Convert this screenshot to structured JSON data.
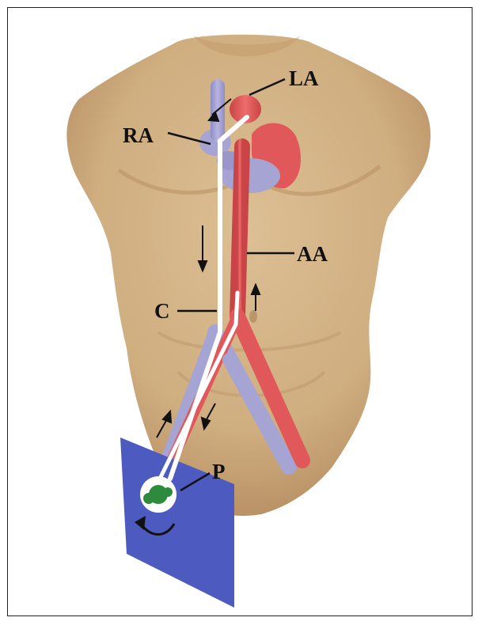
{
  "labels": {
    "la": "LA",
    "ra": "RA",
    "aa": "AA",
    "c": "C",
    "p": "P"
  },
  "colors": {
    "skin": "#d9b98c",
    "skin_shade": "#c49d6c",
    "vein": "#a6a4d2",
    "artery": "#e1585a",
    "catheter": "#ffffff",
    "panel": "#4d5bc1",
    "pump": "#2e8a3c",
    "ink": "#111111"
  }
}
